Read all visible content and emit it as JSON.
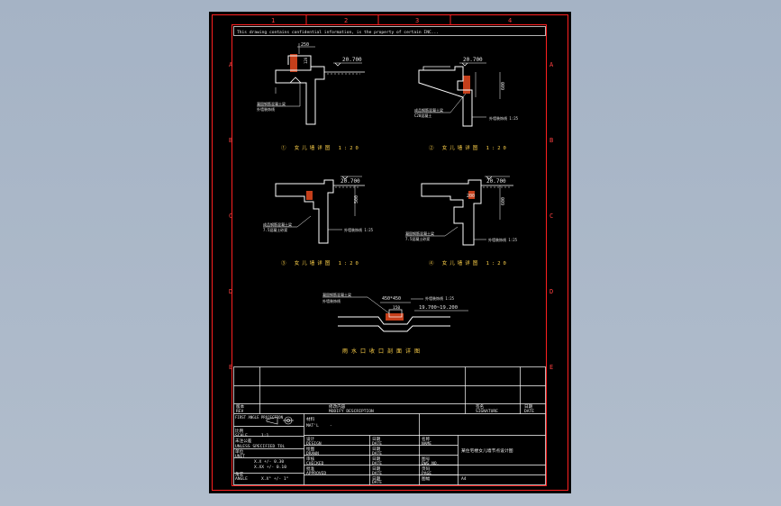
{
  "sheet": {
    "notice": "This drawing contains confidential information, is the property of certain INC...",
    "zones_top": [
      "1",
      "2",
      "3",
      "4"
    ],
    "zones_side": [
      "A",
      "B",
      "C",
      "D",
      "E"
    ],
    "colors": {
      "background": "#000000",
      "frame": "#ff1f1f",
      "lines": "#ffffff",
      "hatch": "#e84a20",
      "titles": "#ffd24a",
      "text": "#e8e8e8"
    }
  },
  "details": [
    {
      "dim_top": "250",
      "level": "20.700",
      "dim_depth": "120",
      "note": [
        "凝固钢筋混凝土梁",
        "外墙装饰线"
      ],
      "title": "① 女儿墙详图 1:20"
    },
    {
      "dim_top": "",
      "level": "20.700",
      "dim_depth": "600",
      "note": [
        "成品钢筋混凝土梁",
        "C20混凝土"
      ],
      "note2": "外墙装饰线 1:25",
      "title": "② 女儿墙详图 1:20"
    },
    {
      "dim_top": "",
      "level": "20.700",
      "dim_depth": "500",
      "note": [
        "成品钢筋混凝土梁",
        "7.5混凝土砂浆"
      ],
      "note2": "外墙装饰线 1:25",
      "title": "③ 女儿墙详图 1:20"
    },
    {
      "dim_top": "200",
      "level": "20.700",
      "dim_depth": "600",
      "note": [
        "凝固钢筋混凝土梁",
        "7.5混凝土砂浆"
      ],
      "note2": "外墙装饰线 1:25",
      "title": "④ 女儿墙详图 1:20"
    },
    {
      "dim_top": "450*450",
      "level": "19.700~19.200",
      "dim_depth": "150",
      "note": [
        "凝固钢筋混凝土梁",
        "外墙装饰线"
      ],
      "note2": "外墙装饰线 1:25",
      "title": "雨水口收口剖面详图"
    }
  ],
  "title_block": {
    "rev_label": "版本",
    "rev_label_en": "REV",
    "desc_label": "修改内容",
    "desc_label_en": "MODIFY DESCRIPTION",
    "sign_label": "签名",
    "sign_label_en": "SIGNATURE",
    "date_label": "日期",
    "date_label_en": "DATE",
    "projection": "FIRST ANGLE PROJECTION",
    "material_label": "材料",
    "material_label_en": "MAT'L",
    "material_value": "-",
    "scale_label": "比例",
    "scale_label_en": "SCALE",
    "scale_value": "1:1",
    "tolerance_label": "未注公差",
    "tolerance_label_en": "UNLESS SPECIFIED TOL",
    "unit_label": "单位",
    "unit_label_en": "UNIT",
    "tol_row1": "X.X    +/- 0.30",
    "tol_row2": "X.XX   +/- 0.10",
    "angle_label": "角度",
    "angle_label_en": "ANGLE",
    "angle_value": "X.X°   +/- 1°",
    "design_label": "设计",
    "design_label_en": "DESIGN",
    "draw_label": "绘图",
    "draw_label_en": "DRAWN",
    "check_label": "审核",
    "check_label_en": "CHECKED",
    "approve_label": "批准",
    "approve_label_en": "APPROVED",
    "date_col": "日期",
    "date_col_en": "DATE",
    "name_label": "名称",
    "name_label_en": "NAME",
    "drawing_title": "某住宅楼女儿墙节点设计图",
    "dwgno_label": "图号",
    "dwgno_label_en": "DWG NO.",
    "pages_label": "页码",
    "pages_label_en": "PAGE",
    "sheet_label": "图幅",
    "sheet_value": "A4"
  }
}
